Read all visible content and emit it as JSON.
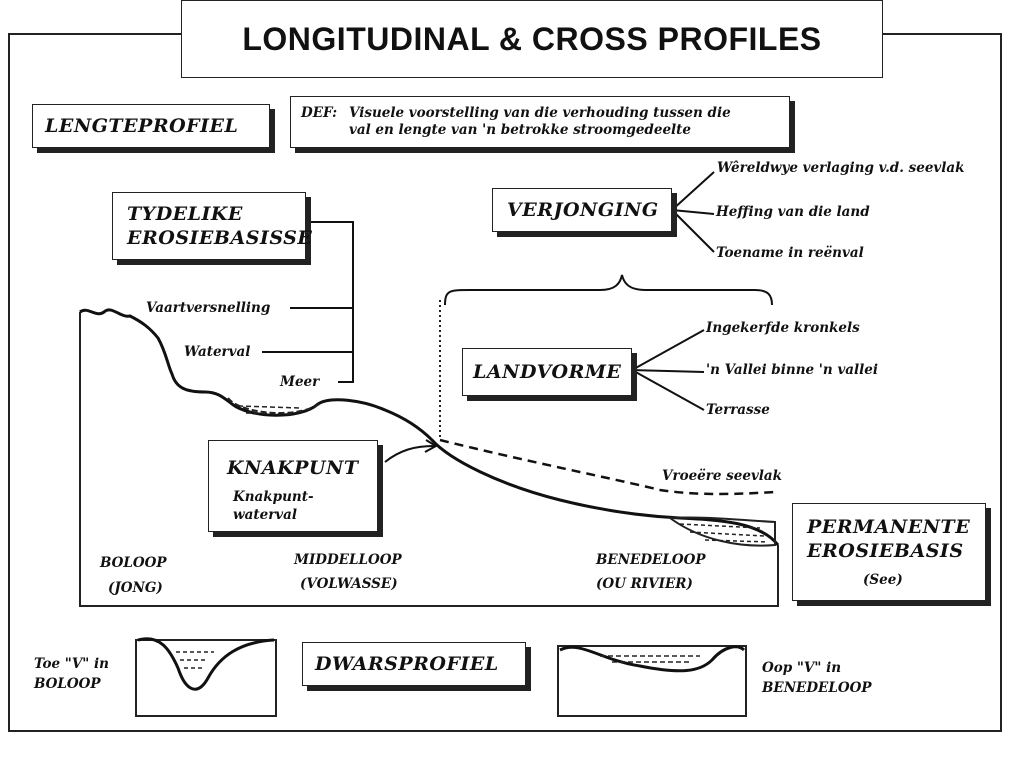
{
  "title": "LONGITUDINAL & CROSS PROFILES",
  "lengteprofiel": "LENGTEPROFIEL",
  "definition": {
    "label": "DEF:",
    "line1": "Visuele voorstelling van die verhouding tussen die",
    "line2": "val en lengte van 'n betrokke stroomgedeelte"
  },
  "tydelike": {
    "line1": "TYDELIKE",
    "line2": "EROSIEBASISSE"
  },
  "tydelike_items": [
    "Vaartversnelling",
    "Waterval",
    "Meer"
  ],
  "verjonging": "VERJONGING",
  "verjonging_causes": [
    "Wêreldwye verlaging v.d. seevlak",
    "Heffing van die land",
    "Toename in reënval"
  ],
  "landvorme": "LANDVORME",
  "landvorme_items": [
    "Ingekerfde kronkels",
    "'n Vallei binne 'n vallei",
    "Terrasse"
  ],
  "knakpunt": {
    "title": "KNAKPUNT",
    "sub1": "Knakpunt-",
    "sub2": "waterval"
  },
  "vroeere_seevlak": "Vroeëre seevlak",
  "permanente": {
    "line1": "PERMANENTE",
    "line2": "EROSIEBASIS",
    "sub": "(See)"
  },
  "stages": [
    {
      "name": "BOLOOP",
      "sub": "(JONG)"
    },
    {
      "name": "MIDDELLOOP",
      "sub": "(VOLWASSE)"
    },
    {
      "name": "BENEDELOOP",
      "sub": "(OU RIVIER)"
    }
  ],
  "dwarsprofiel": "DWARSPROFIEL",
  "cross_left": {
    "line1": "Toe \"V\" in",
    "line2": "BOLOOP"
  },
  "cross_right": {
    "line1": "Oop \"V\" in",
    "line2": "BENEDELOOP"
  }
}
